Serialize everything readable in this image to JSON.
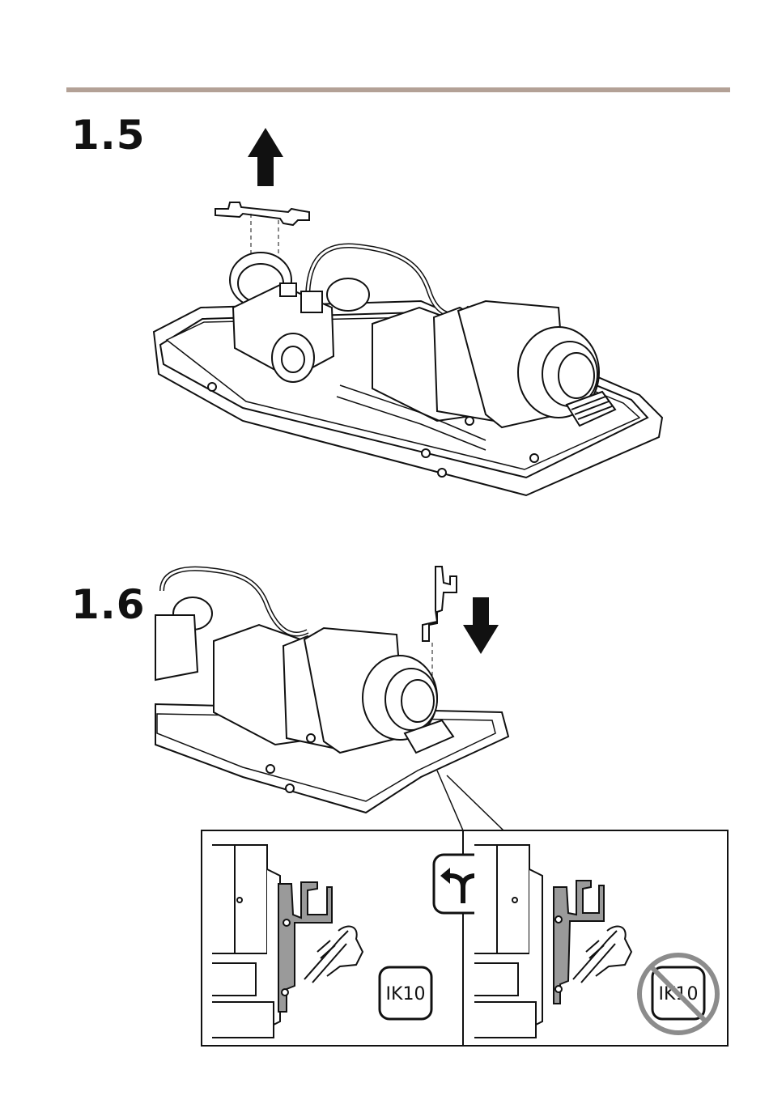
{
  "steps": [
    {
      "label": "1.5"
    },
    {
      "label": "1.6"
    }
  ],
  "callout": {
    "left_badge": "IK10",
    "right_badge": "IK10"
  },
  "colors": {
    "rule": "#b3a196",
    "stroke": "#111111",
    "shade": "#9a9a9a",
    "prohibit": "#8c8c8c"
  },
  "icons": [
    "arrow-up-icon",
    "arrow-down-icon",
    "split-arrows-icon",
    "prohibited-icon",
    "hand-icon"
  ]
}
